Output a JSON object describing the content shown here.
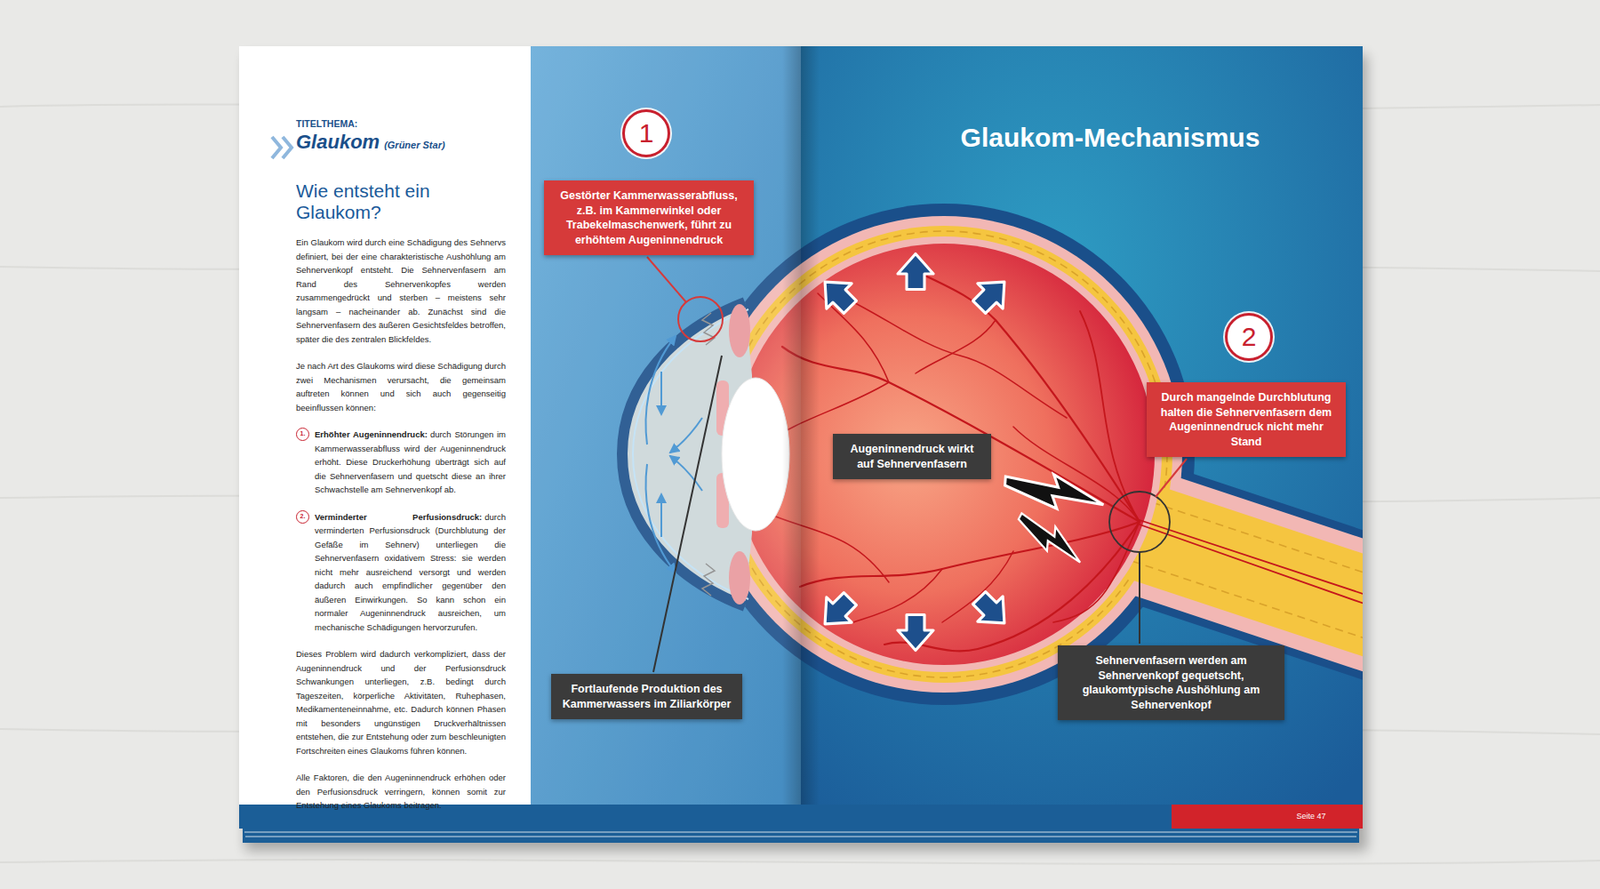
{
  "diagram": {
    "title": "Glaukom-Mechanismus",
    "nodes": [
      {
        "text": [
          "Gestörter Kammerwasserabfluss, z.B. im Kammerwinkel oder Trabekelmaschenwerk, führt zu erhöhtem Augeninnendruck"
        ]
      },
      {
        "text": [
          "Durch mangelnde Durchblutung halten die Sehnervenfasern dem Augeninnendruck nicht mehr Stand"
        ]
      },
      {
        "text": [
          "Augeninnendruck wirkt auf Sehnervenfasern"
        ]
      },
      {
        "text": [
          "Sehnervenfasern werden am Sehnervenkopf gequetscht, glaukomtypische Aushöhlung am Sehnervenkopf"
        ]
      },
      {
        "text": [
          "Fortlaufende Produktion des Kammerwassers im Ziliarkörper"
        ]
      }
    ],
    "labels": [
      "TITELTHEMA:",
      "Glaukom",
      "(Grüner Star)",
      "Wie entsteht ein Glaukom?",
      "Ein Glaukom wird durch eine Schädigung des Sehnervs definiert, bei der eine charakteristische Aushöhlung am Sehnervenkopf entsteht. Die Sehnervenfasern am Rand des Sehnervenkopfes werden zusammengedrückt und sterben – meistens sehr langsam – nacheinander ab. Zunächst sind die Sehnervenfasern des äußeren Gesichtsfeldes betroffen, später die des zentralen Blickfeldes.",
      "Je nach Art des Glaukoms wird diese Schädigung durch zwei Mechanismen verursacht, die gemeinsam auftreten können und sich auch gegenseitig beeinflussen können:",
      "1.",
      "Erhöhter Augeninnendruck:",
      "durch Störungen im Kammerwasserabfluss wird der Augeninnendruck erhöht. Diese Druckerhöhung überträgt sich auf die Sehnervenfasern und quetscht diese an ihrer Schwachstelle am Sehnervenkopf ab.",
      "2.",
      "Verminderter Perfusionsdruck:",
      "durch verminderten Perfusionsdruck (Durchblutung der Gefäße im Sehnerv) unterliegen die Sehnervenfasern oxidativem Stress: sie werden nicht mehr ausreichend versorgt und werden dadurch auch empfindlicher gegenüber den äußeren Einwirkungen. So kann schon ein normaler Augeninnendruck ausreichen, um mechanische Schädigungen hervorzurufen.",
      "Dieses Problem wird dadurch verkompliziert, dass der Augeninnendruck und der Perfusionsdruck Schwankungen unterliegen, z.B. bedingt durch Tageszeiten, körperliche Aktivitäten, Ruhephasen, Medikamenteneinnahme, etc. Dadurch können Phasen mit besonders ungünstigen Druckverhältnissen entstehen, die zur Entstehung oder zum beschleunigten Fortschreiten eines Glaukoms führen können.",
      "Alle Faktoren, die den Augeninnendruck erhöhen oder den Perfusionsdruck verringern, können somit zur Entstehung eines Glaukoms beitragen.",
      "1",
      "2",
      "Seite 47"
    ]
  }
}
